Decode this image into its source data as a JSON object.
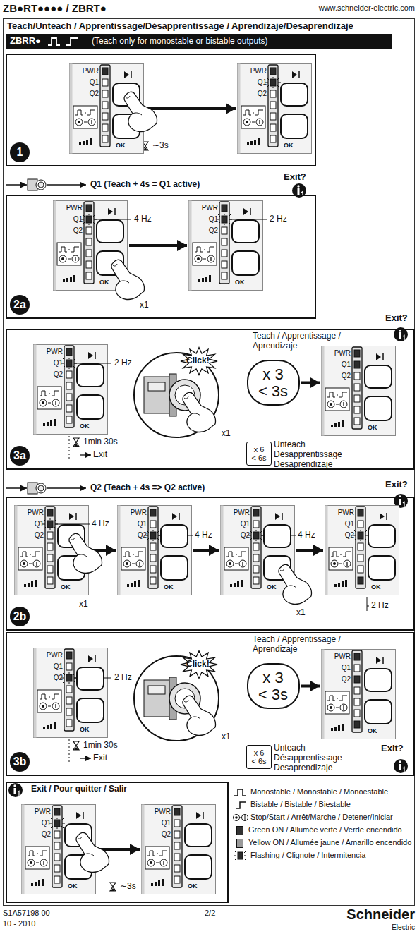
{
  "diagram": {
    "title": "ZB●RT●●●● / ZBRT●",
    "nodes": [
      {
        "text": [
          "Teach/Unteach / Apprentissage/Désapprentissage / Aprendizaje/Desaprendizaje"
        ]
      },
      {
        "text": [
          "ZBRR●",
          "(Teach only for monostable or bistable outputs)"
        ],
        "in": 0
      },
      {
        "text": [
          "1"
        ],
        "in": 0
      },
      {
        "text": [
          "PWR",
          "Q1",
          "Q2",
          "OK"
        ],
        "in": 2
      },
      {
        "text": [
          "PWR",
          "Q1",
          "Q2",
          "OK"
        ],
        "in": 2
      },
      {
        "text": [
          "2a"
        ],
        "in": 0
      },
      {
        "text": [
          "PWR",
          "Q1",
          "Q2",
          "OK"
        ],
        "in": 5
      },
      {
        "text": [
          "PWR",
          "Q1",
          "Q2",
          "OK"
        ],
        "in": 5
      },
      {
        "text": [
          "3a"
        ],
        "in": 0
      },
      {
        "text": [
          "PWR",
          "Q1",
          "Q2",
          "OK"
        ],
        "in": 8
      },
      {
        "text": [
          "x 3",
          "< 3s"
        ],
        "in": 8
      },
      {
        "text": [
          "PWR",
          "Q1",
          "Q2",
          "OK"
        ],
        "in": 8
      },
      {
        "text": [
          "x 6",
          "< 6s"
        ],
        "in": 8
      },
      {
        "text": [
          "2b"
        ],
        "in": 0
      },
      {
        "text": [
          "PWR",
          "Q1",
          "Q2",
          "OK"
        ],
        "in": 13
      },
      {
        "text": [
          "PWR",
          "Q1",
          "Q2",
          "OK"
        ],
        "in": 13
      },
      {
        "text": [
          "PWR",
          "Q1",
          "Q2",
          "OK"
        ],
        "in": 13
      },
      {
        "text": [
          "PWR",
          "Q1",
          "Q2",
          "OK"
        ],
        "in": 13
      },
      {
        "text": [
          "3b"
        ],
        "in": 0
      },
      {
        "text": [
          "PWR",
          "Q1",
          "Q2",
          "OK"
        ],
        "in": 18
      },
      {
        "text": [
          "x 3",
          "< 3s"
        ],
        "in": 18
      },
      {
        "text": [
          "PWR",
          "Q1",
          "Q2",
          "OK"
        ],
        "in": 18
      },
      {
        "text": [
          "x 6",
          "< 6s"
        ],
        "in": 18
      },
      {
        "text": [
          "Exit / Pour quitter / Salir"
        ],
        "in": 0
      },
      {
        "text": [
          "PWR",
          "Q1",
          "Q2",
          "OK"
        ],
        "in": 23
      },
      {
        "text": [
          "PWR",
          "Q1",
          "Q2",
          "OK"
        ],
        "in": 23
      }
    ],
    "edges": [
      {
        "from": 3,
        "to": 4,
        "arrow": "to"
      },
      {
        "from": 6,
        "to": 7,
        "arrow": "to"
      },
      {
        "from": 10,
        "to": 11,
        "arrow": "to"
      },
      {
        "from": 14,
        "to": 15,
        "arrow": "to"
      },
      {
        "from": 15,
        "to": 16,
        "arrow": "to"
      },
      {
        "from": 16,
        "to": 17,
        "arrow": "to"
      },
      {
        "from": 20,
        "to": 21,
        "arrow": "to"
      },
      {
        "from": 24,
        "to": 25,
        "arrow": "to"
      }
    ],
    "labels": [
      "www.schneider-electric.com",
      "∼3s",
      "Q1 (Teach + 4s = Q1 active)",
      "Exit?",
      "4 Hz",
      "2 Hz",
      "x1",
      "Exit?",
      "2 Hz",
      "Click!",
      "x1",
      "Teach / Apprentissage / Aprendizaje",
      "1min 30s",
      "Exit",
      "Unteach Désapprentissage Desaprendizaje",
      "Q2 (Teach + 4s => Q2 active)",
      "Exit?",
      "4 Hz",
      "4 Hz",
      "4 Hz",
      "x1",
      "x1",
      "2 Hz",
      "2 Hz",
      "Click!",
      "x1",
      "Teach / Apprentissage / Aprendizaje",
      "1min 30s",
      "Exit",
      "Unteach Désapprentissage Desaprendizaje",
      "Exit?",
      "∼3s",
      "S1A57198 00",
      "10 - 2010",
      "2/2",
      "Schneider",
      "Electric"
    ],
    "legend": [
      {
        "text": "Monostable / Monostable / Monoestable"
      },
      {
        "text": "Bistable / Bistable / Biestable"
      },
      {
        "text": "Stop/Start / Arrêt/Marche / Detener/Iniciar"
      },
      {
        "text": "Green ON / Allumée verte / Verde encendido",
        "color": "#333333"
      },
      {
        "text": "Yellow ON / Allumée jaune / Amarillo encendido",
        "color": "#999999"
      },
      {
        "text": "Flashing / Clignote / Intermitencia"
      }
    ]
  }
}
